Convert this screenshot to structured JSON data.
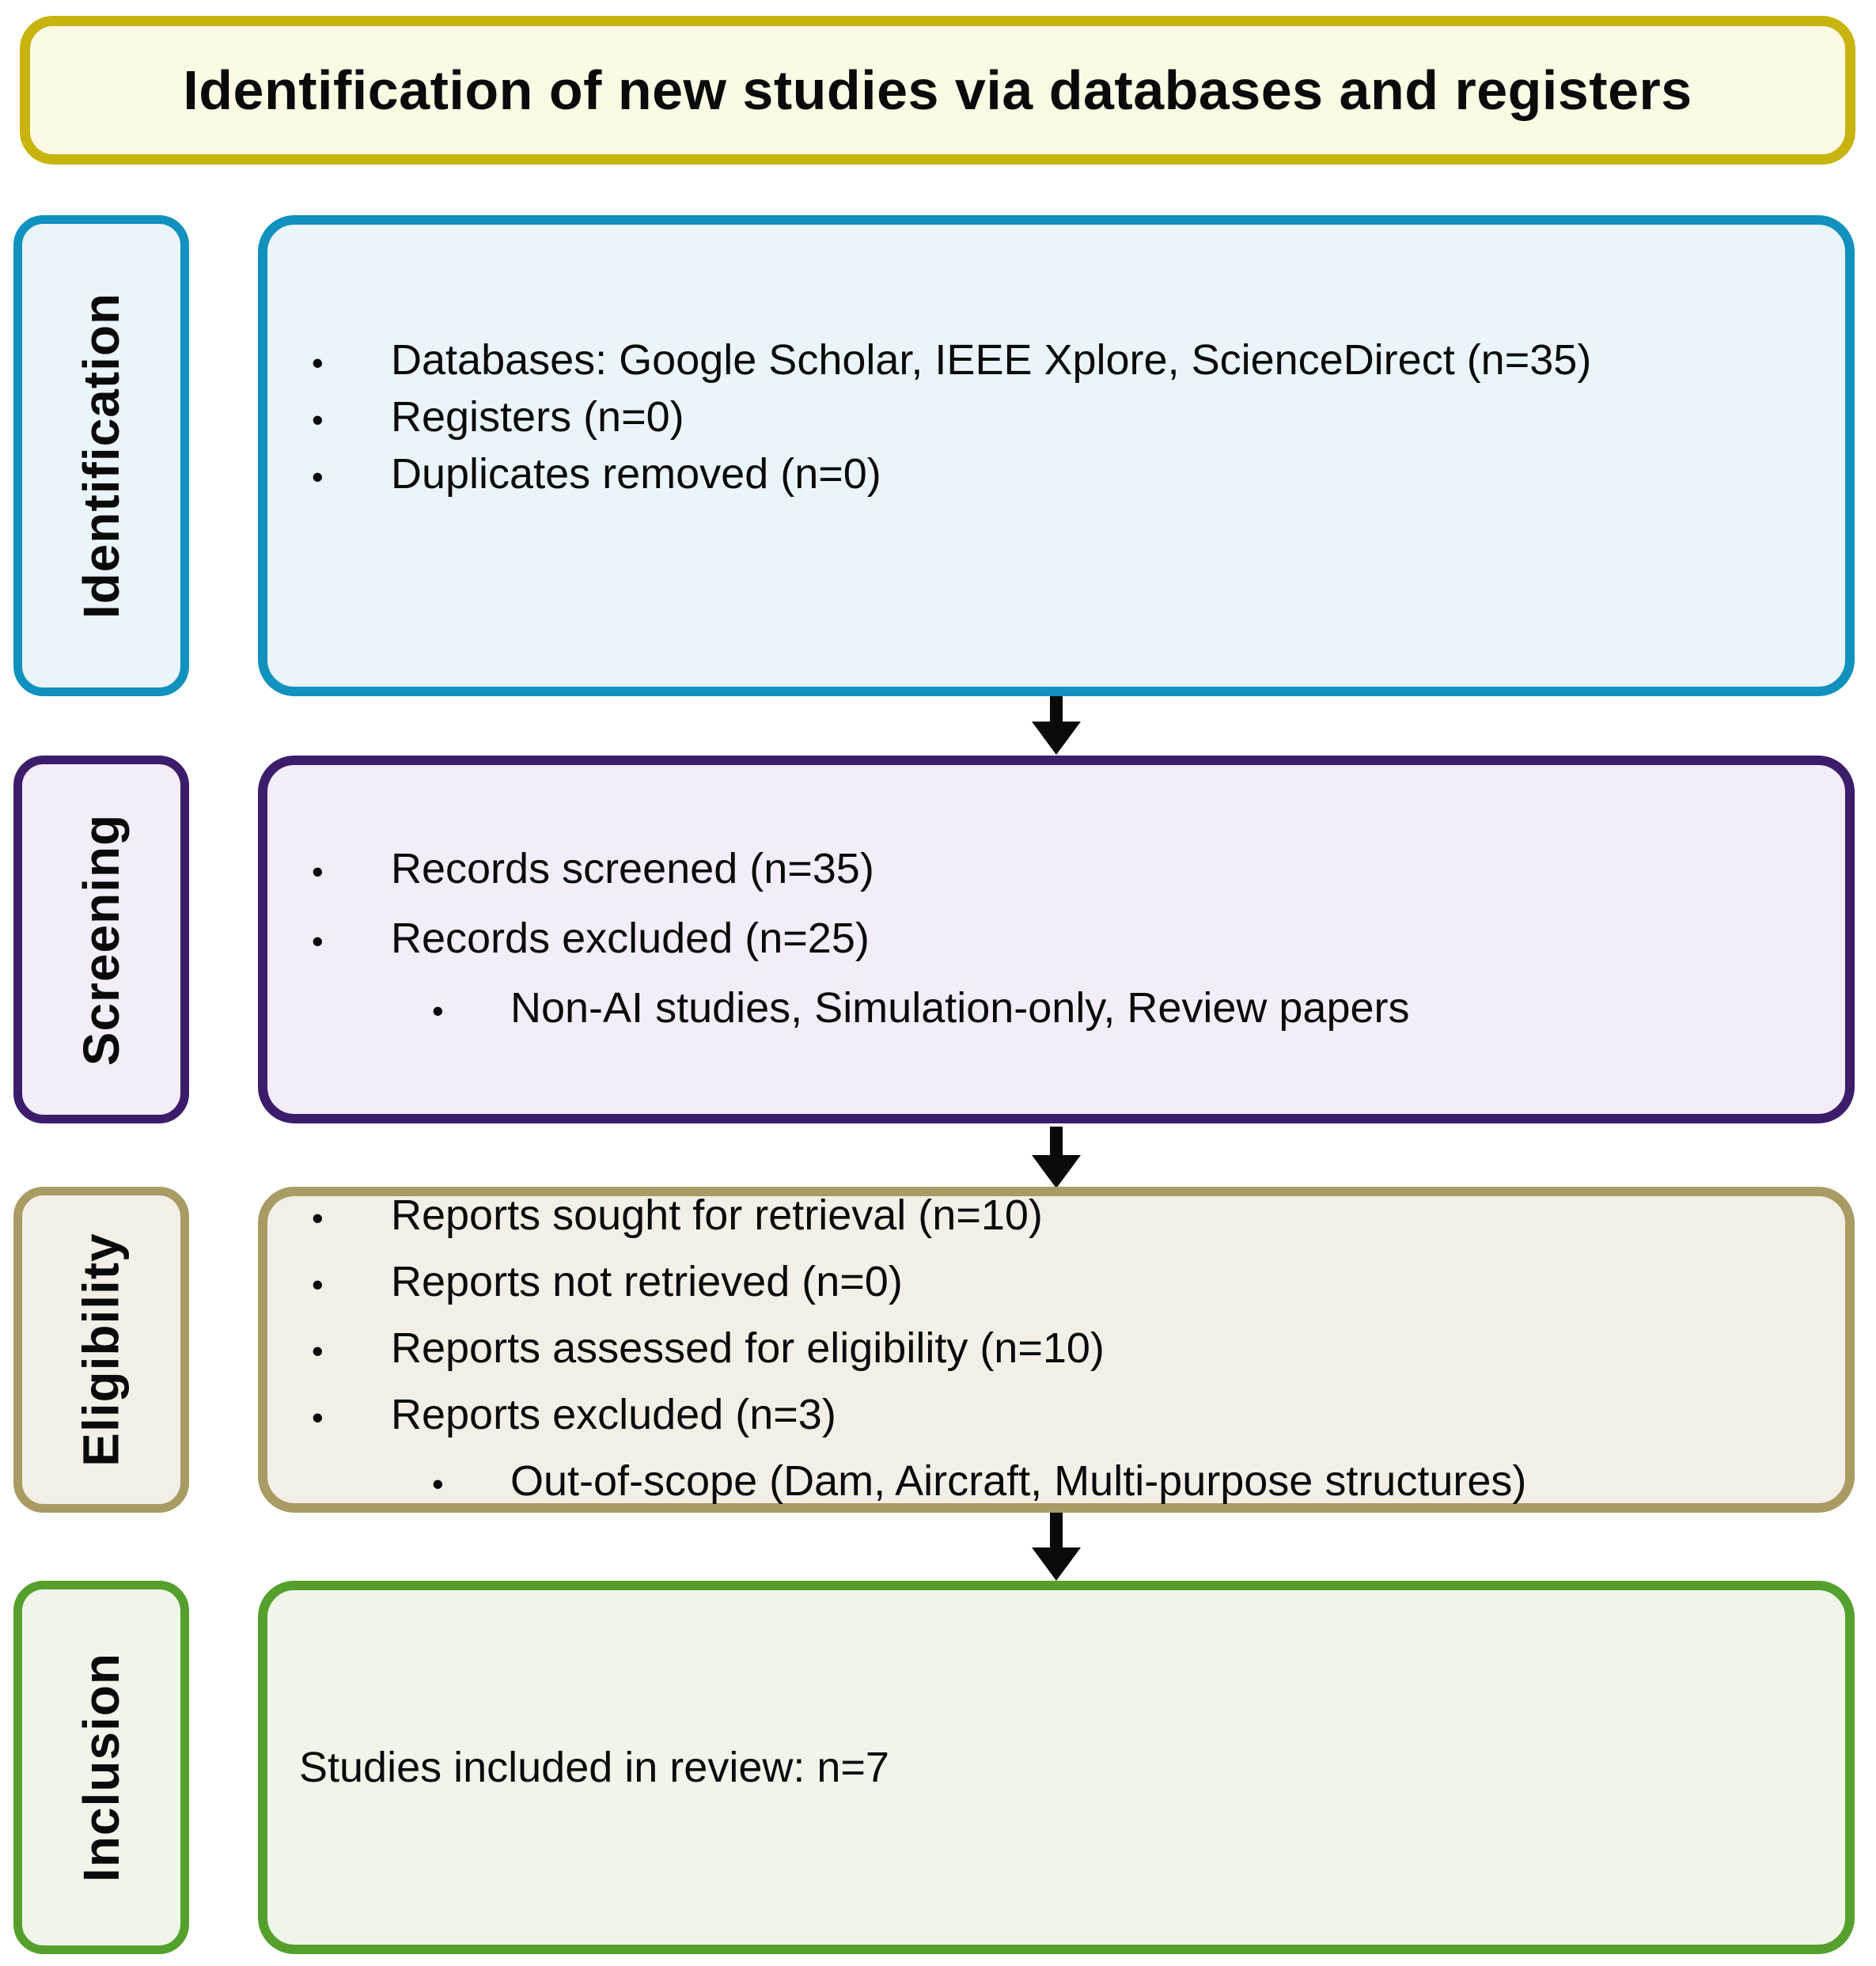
{
  "title": {
    "text": "Identification of new studies via databases and registers",
    "border_color": "#C8B40E",
    "bg_color": "#FCFAE4"
  },
  "arrow_color": "#0A0A0A",
  "stages": [
    {
      "label": "Identification",
      "border_color": "#1191BE",
      "bg_color": "#EAF4FB",
      "items": [
        {
          "level": 1,
          "text": "Databases: Google Scholar, IEEE Xplore, ScienceDirect (n=35)"
        },
        {
          "level": 1,
          "text": "Registers (n=0)"
        },
        {
          "level": 1,
          "text": "Duplicates removed (n=0)"
        }
      ]
    },
    {
      "label": "Screening",
      "border_color": "#3B1D6B",
      "bg_color": "#F4ECF9",
      "items": [
        {
          "level": 1,
          "text": "Records screened (n=35)"
        },
        {
          "level": 1,
          "text": "Records excluded (n=25)"
        },
        {
          "level": 2,
          "text": "Non-AI studies, Simulation-only, Review papers"
        }
      ]
    },
    {
      "label": "Eligibility",
      "border_color": "#A89B63",
      "bg_color": "#F4EFE6",
      "items": [
        {
          "level": 1,
          "text": "Reports sought for retrieval (n=10)"
        },
        {
          "level": 1,
          "text": "Reports not retrieved (n=0)"
        },
        {
          "level": 1,
          "text": "Reports assessed for eligibility (n=10)"
        },
        {
          "level": 1,
          "text": "Reports excluded (n=3)"
        },
        {
          "level": 2,
          "text": "Out-of-scope (Dam, Aircraft, Multi-purpose structures)"
        }
      ]
    },
    {
      "label": "Inclusion",
      "border_color": "#55A02D",
      "bg_color": "#EFF6E9",
      "items": [
        {
          "level": 0,
          "text": "Studies included in review: n=7"
        }
      ]
    }
  ]
}
